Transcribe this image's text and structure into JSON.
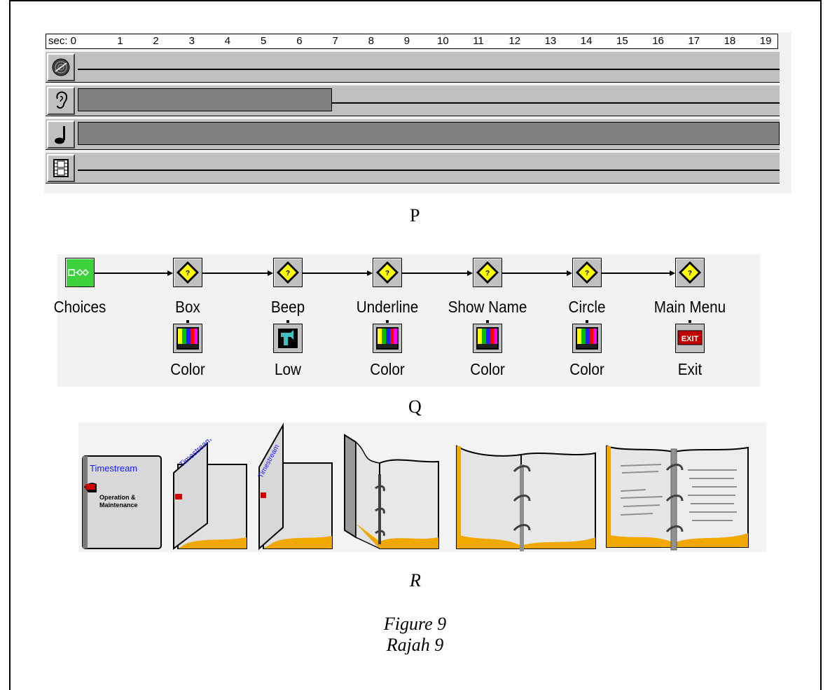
{
  "timeline": {
    "ruler_label": "sec: 0",
    "ticks": [
      "1",
      "2",
      "3",
      "4",
      "5",
      "6",
      "7",
      "8",
      "9",
      "10",
      "11",
      "12",
      "13",
      "14",
      "15",
      "16",
      "17",
      "18",
      "19"
    ],
    "tracks": [
      {
        "icon": "disc-icon",
        "bar_start": null,
        "bar_end": null
      },
      {
        "icon": "ear-icon",
        "bar_start": 0,
        "bar_end": 7
      },
      {
        "icon": "music-note-icon",
        "bar_start": 0,
        "bar_end": 19.6
      },
      {
        "icon": "film-icon",
        "bar_start": null,
        "bar_end": null
      }
    ]
  },
  "captions": {
    "p": "P",
    "q": "Q",
    "r": "R",
    "figure": "Figure 9",
    "rajah": "Rajah 9"
  },
  "flow": {
    "nodes": [
      {
        "label": "Choices",
        "icon": "choices-icon",
        "sub_label": ""
      },
      {
        "label": "Box",
        "icon": "decision-icon",
        "sub_label": "Color"
      },
      {
        "label": "Beep",
        "icon": "decision-icon",
        "sub_label": "Low"
      },
      {
        "label": "Underline",
        "icon": "decision-icon",
        "sub_label": "Color"
      },
      {
        "label": "Show Name",
        "icon": "decision-icon",
        "sub_label": "Color"
      },
      {
        "label": "Circle",
        "icon": "decision-icon",
        "sub_label": "Color"
      },
      {
        "label": "Main Menu",
        "icon": "decision-icon",
        "sub_label": "Exit"
      }
    ]
  },
  "book": {
    "cover_title": "Timestream",
    "cover_subtitle": "Operation & Maintenance",
    "exit_sign": "EXIT"
  },
  "colors": {
    "track_bg": "#c0c0c0",
    "bar": "#808080",
    "green_node": "#3cd23c",
    "yellow_diamond": "#ffff00",
    "book_orange": "#f0a800"
  }
}
